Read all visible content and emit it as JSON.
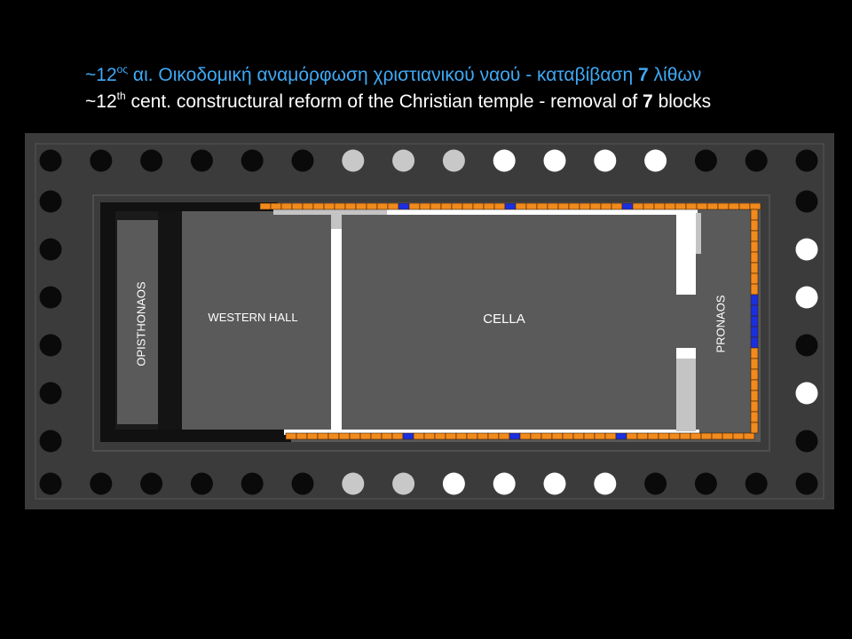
{
  "title": {
    "greek": {
      "prefix": "~12",
      "sup": "ος",
      "middle": " αι.  Οικοδομική αναμόρφωση χριστιανικού ναού - καταβίβαση  ",
      "number": "7",
      "suffix": " λίθων",
      "color": "#3fa9f5"
    },
    "english": {
      "prefix": "~12",
      "sup": "th",
      "middle": " cent.  constructural reform of the Christian temple - removal of ",
      "number": "7",
      "suffix": " blocks",
      "color": "#ffffff"
    }
  },
  "rooms": {
    "opisthonaos": "OPISTHONAOS",
    "western_hall": "WESTERN HALL",
    "cella": "CELLA",
    "pronaos": "PRONAOS"
  },
  "colors": {
    "background": "#000000",
    "stylobate": "#3b3b3b",
    "floor": "#5a5a5a",
    "column_dark": "#0a0a0a",
    "column_light": "#c8c8c8",
    "column_white": "#ffffff",
    "wall_orange": "#f28a1c",
    "block_blue": "#1a2fe0",
    "wall_white": "#ffffff",
    "wall_grey": "#c4c4c4"
  },
  "colonnade": {
    "top_row": [
      "dark",
      "dark",
      "dark",
      "dark",
      "dark",
      "dark",
      "light",
      "light",
      "light",
      "white",
      "white",
      "white",
      "white",
      "dark",
      "dark",
      "dark"
    ],
    "bottom_row": [
      "dark",
      "dark",
      "dark",
      "dark",
      "dark",
      "dark",
      "light",
      "light",
      "white",
      "white",
      "white",
      "white",
      "dark",
      "dark",
      "dark",
      "dark"
    ],
    "left_side": [
      "dark",
      "dark",
      "dark",
      "dark",
      "dark",
      "dark"
    ],
    "right_side": [
      "dark",
      "white",
      "white",
      "dark",
      "white",
      "dark"
    ]
  }
}
